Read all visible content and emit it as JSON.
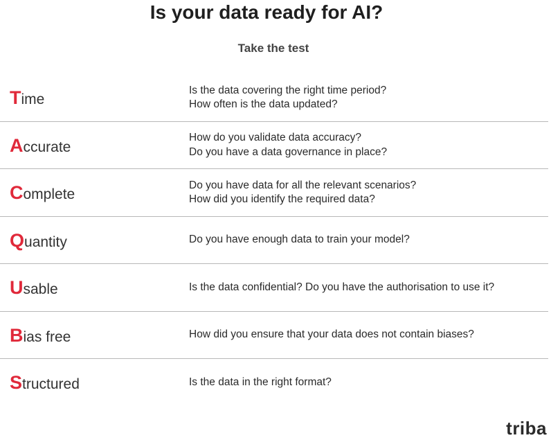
{
  "header": {
    "title": "Is your data ready for AI?",
    "subtitle": "Take the test"
  },
  "rows": [
    {
      "letter": "T",
      "rest": "ime",
      "questions": [
        "Is the data covering the right time period?",
        "How often is the data updated?"
      ]
    },
    {
      "letter": "A",
      "rest": "ccurate",
      "questions": [
        "How do you validate data accuracy?",
        "Do you have a data governance in place?"
      ]
    },
    {
      "letter": "C",
      "rest": "omplete",
      "questions": [
        "Do you have data for all the relevant scenarios?",
        "How did you identify the required data?"
      ]
    },
    {
      "letter": "Q",
      "rest": "uantity",
      "questions": [
        "Do you have enough data to train your model?"
      ]
    },
    {
      "letter": "U",
      "rest": "sable",
      "questions": [
        "Is the data confidential? Do you have the authorisation to use it?"
      ]
    },
    {
      "letter": "B",
      "rest": "ias free",
      "questions": [
        "How did you ensure that your data does not contain biases?"
      ]
    },
    {
      "letter": "S",
      "rest": "tructured",
      "questions": [
        "Is the data in the right format?"
      ]
    }
  ],
  "footer": {
    "logo": "triba"
  },
  "colors": {
    "accent_red": "#e0293a",
    "divider": "#b8b8b8",
    "text": "#222222"
  }
}
